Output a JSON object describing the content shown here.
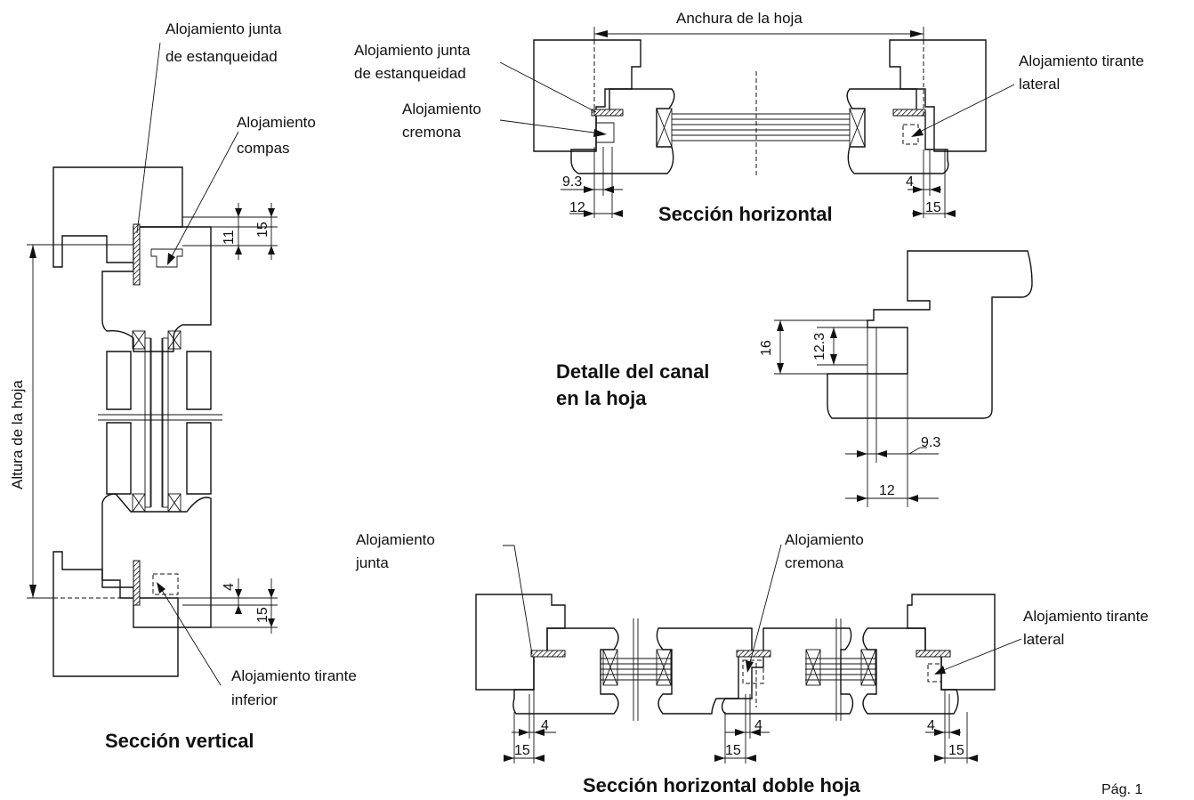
{
  "titles": {
    "seccion_vertical": "Sección vertical",
    "seccion_horizontal": "Sección horizontal",
    "seccion_doble": "Sección horizontal doble hoja",
    "detalle_line1": "Detalle del canal",
    "detalle_line2": "en la hoja"
  },
  "page_number": "Pág. 1",
  "vertical": {
    "junta_line1": "Alojamiento junta",
    "junta_line2": "de estanqueidad",
    "compas_line1": "Alojamiento",
    "compas_line2": "compas",
    "tirante_line1": "Alojamiento tirante",
    "tirante_line2": "inferior",
    "altura": "Altura de la hoja",
    "dims": [
      "11",
      "15",
      "4",
      "15"
    ]
  },
  "horizontal": {
    "anchura": "Anchura de la hoja",
    "junta_line1": "Alojamiento junta",
    "junta_line2": "de estanqueidad",
    "cremona_line1": "Alojamiento",
    "cremona_line2": "cremona",
    "tirante_line1": "Alojamiento tirante",
    "tirante_line2": "lateral",
    "dims": [
      "9.3",
      "12",
      "4",
      "15"
    ]
  },
  "detalle": {
    "dims": [
      "16",
      "12.3",
      "9.3",
      "12"
    ]
  },
  "doble": {
    "junta_line1": "Alojamiento",
    "junta_line2": "junta",
    "cremona_line1": "Alojamiento",
    "cremona_line2": "cremona",
    "tirante_line1": "Alojamiento tirante",
    "tirante_line2": "lateral",
    "dims": [
      "4",
      "15",
      "4",
      "15",
      "4",
      "15"
    ]
  }
}
